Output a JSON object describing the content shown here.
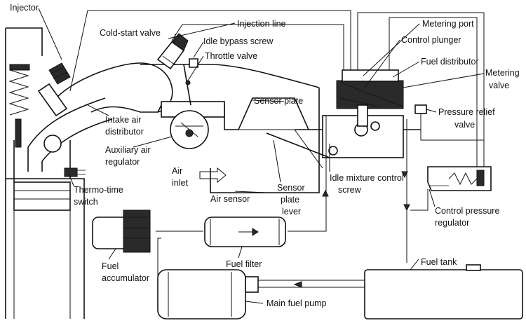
{
  "labels": {
    "injector": "Injector",
    "injection_line": "Injection line",
    "cold_start_valve": "Cold-start valve",
    "idle_bypass_screw": "Idle bypass screw",
    "throttle_valve": "Throttle valve",
    "metering_port": "Metering port",
    "control_plunger": "Control plunger",
    "fuel_distributor": "Fuel distributor",
    "metering_valve_1": "Metering",
    "metering_valve_2": "valve",
    "pressure_relief_1": "Pressure relief",
    "pressure_relief_2": "valve",
    "sensor_plate": "Sensor plate",
    "intake_air_1": "Intake air",
    "intake_air_2": "distributor",
    "aux_air_1": "Auxiliary air",
    "aux_air_2": "regulator",
    "air_inlet_1": "Air",
    "air_inlet_2": "inlet",
    "thermo_1": "Thermo-time",
    "thermo_2": "switch",
    "air_sensor": "Air sensor",
    "sensor_lever_1": "Sensor",
    "sensor_lever_2": "plate",
    "sensor_lever_3": "lever",
    "idle_mixture_1": "Idle mixture control",
    "idle_mixture_2": "screw",
    "control_pressure_1": "Control pressure",
    "control_pressure_2": "regulator",
    "fuel_accumulator_1": "Fuel",
    "fuel_accumulator_2": "accumulator",
    "fuel_filter": "Fuel filter",
    "fuel_tank": "Fuel tank",
    "main_fuel_pump": "Main fuel pump"
  }
}
